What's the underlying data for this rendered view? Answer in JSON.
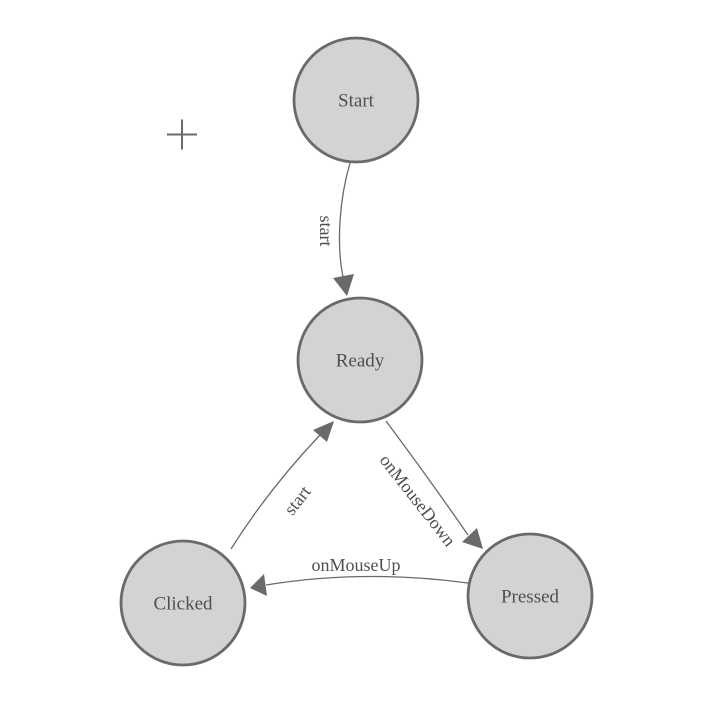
{
  "diagram": {
    "nodes": [
      {
        "id": "start",
        "label": "Start"
      },
      {
        "id": "ready",
        "label": "Ready"
      },
      {
        "id": "clicked",
        "label": "Clicked"
      },
      {
        "id": "pressed",
        "label": "Pressed"
      }
    ],
    "edges": [
      {
        "from": "Start",
        "to": "Ready",
        "label": "start"
      },
      {
        "from": "Ready",
        "to": "Pressed",
        "label": "onMouseDown"
      },
      {
        "from": "Pressed",
        "to": "Clicked",
        "label": "onMouseUp"
      },
      {
        "from": "Clicked",
        "to": "Ready",
        "label": "start"
      }
    ],
    "icons": [
      {
        "name": "crosshair-icon",
        "glyph": "+"
      }
    ],
    "colors": {
      "background": "#ffffff",
      "node_fill": "#d3d3d3",
      "node_stroke": "#6a6a6a",
      "edge": "#6a6a6a",
      "label_text": "#4c5055"
    }
  }
}
